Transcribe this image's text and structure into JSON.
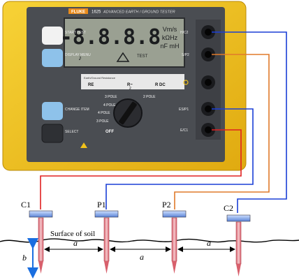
{
  "device": {
    "brand": "FLUKE",
    "model": "1625",
    "title": "ADVANCED EARTH / GROUND TESTER",
    "lcd_digits": "-8.8.8.8",
    "lcd_units_top": "Vm/s",
    "lcd_units_mid": "kΩHz",
    "lcd_units_bot": "nF mH",
    "lcd_test": "TEST",
    "buttons": {
      "start_test": "START TEST",
      "display_menu": "DISPLAY MENU",
      "change_item": "CHANGE ITEM",
      "select": "SELECT"
    },
    "panel": {
      "earth_label": "Earth/Ground Resistance",
      "re": "RE",
      "rstar": "R~",
      "rdc": "R DC",
      "pole_3": "3 POLE",
      "pole_4": "4 POLE",
      "pole_2": "2 POLE",
      "pole_3b": "3 POLE",
      "pole_4b": "4 POLE",
      "pole_2b": "2",
      "off": "OFF"
    },
    "jacks": {
      "h_c2": "H/C2",
      "s_p2": "S/P2",
      "es_p1": "ES/P1",
      "e_c1": "E/C1"
    }
  },
  "diagram": {
    "electrodes": [
      "C1",
      "P1",
      "P2",
      "C2"
    ],
    "soil_label": "Surface of soil",
    "spacing_label": "a",
    "depth_label": "b"
  },
  "colors": {
    "red": "#e02020",
    "blue": "#1a3fd6",
    "orange": "#e07a2a",
    "yellow_case": "#f2c21a",
    "panel": "#4a4d52",
    "stake": "#e8a0a8"
  }
}
